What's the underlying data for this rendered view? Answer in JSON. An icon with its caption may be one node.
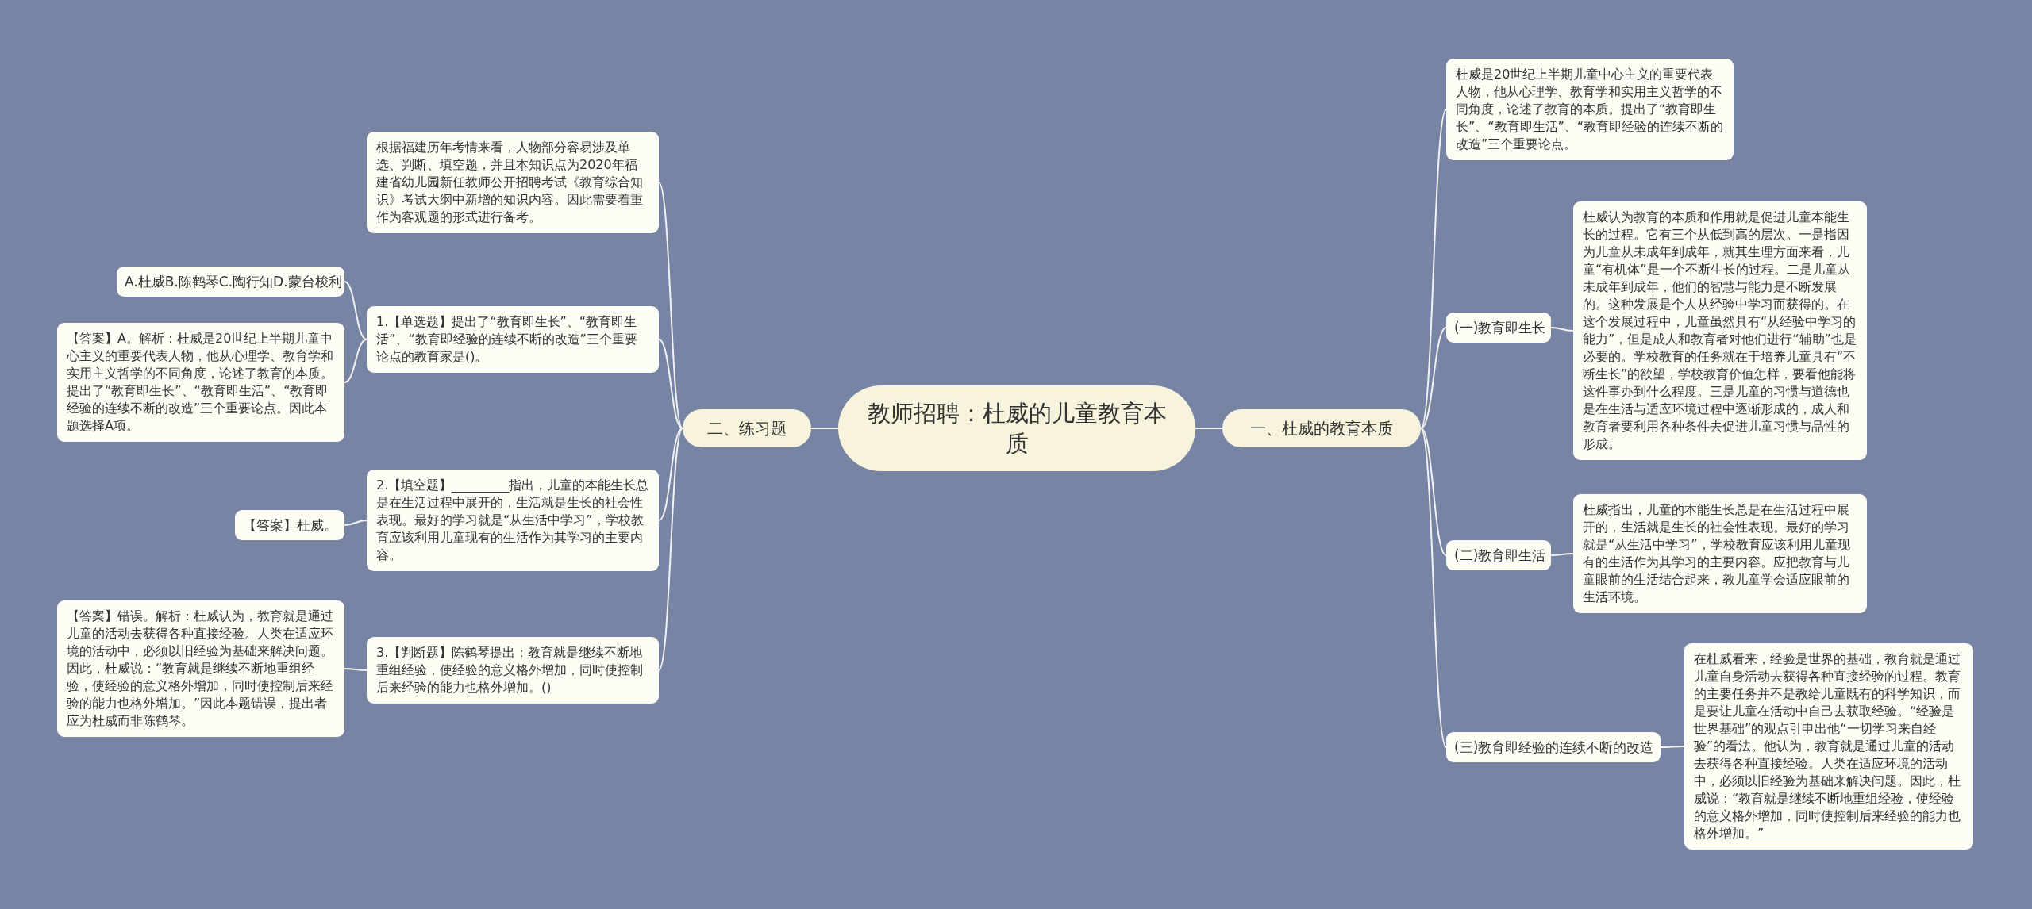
{
  "diagram": {
    "nodes": [
      {
        "text": [
          "教师招聘：杜威的儿童教育本质"
        ]
      },
      {
        "text": [
          "一、杜威的教育本质"
        ]
      },
      {
        "text": [
          "杜威是20世纪上半期儿童中心主义的重要代表人物，他从心理学、教育学和实用主义哲学的不同角度，论述了教育的本质。提出了“教育即生长”、“教育即生活”、“教育即经验的连续不断的改造”三个重要论点。"
        ]
      },
      {
        "text": [
          "(一)教育即生长"
        ]
      },
      {
        "text": [
          "杜威认为教育的本质和作用就是促进儿童本能生长的过程。它有三个从低到高的层次。一是指因为儿童从未成年到成年，就其生理方面来看，儿童“有机体”是一个不断生长的过程。二是儿童从未成年到成年，他们的智慧与能力是不断发展的。这种发展是个人从经验中学习而获得的。在这个发展过程中，儿童虽然具有“从经验中学习的能力”，但是成人和教育者对他们进行“辅助”也是必要的。学校教育的任务就在于培养儿童具有“不断生长”的欲望，学校教育价值怎样，要看他能将这件事办到什么程度。三是儿童的习惯与道德也是在生活与适应环境过程中逐渐形成的，成人和教育者要利用各种条件去促进儿童习惯与品性的形成。"
        ]
      },
      {
        "text": [
          "(二)教育即生活"
        ]
      },
      {
        "text": [
          "杜威指出，儿童的本能生长总是在生活过程中展开的，生活就是生长的社会性表现。最好的学习就是“从生活中学习”，学校教育应该利用儿童现有的生活作为其学习的主要内容。应把教育与儿童眼前的生活结合起来，教儿童学会适应眼前的生活环境。"
        ]
      },
      {
        "text": [
          "(三)教育即经验的连续不断的改造"
        ]
      },
      {
        "text": [
          "在杜威看来，经验是世界的基础，教育就是通过儿童自身活动去获得各种直接经验的过程。教育的主要任务并不是教给儿童既有的科学知识，而是要让儿童在活动中自己去获取经验。“经验是世界基础”的观点引申出他“一切学习来自经验”的看法。他认为，教育就是通过儿童的活动去获得各种直接经验。人类在适应环境的活动中，必须以旧经验为基础来解决问题。因此，杜威说：“教育就是继续不断地重组经验，使经验的意义格外增加，同时使控制后来经验的能力也格外增加。”"
        ]
      },
      {
        "text": [
          "二、练习题"
        ]
      },
      {
        "text": [
          "根据福建历年考情来看，人物部分容易涉及单选、判断、填空题，并且本知识点为2020年福建省幼儿园新任教师公开招聘考试《教育综合知识》考试大纲中新增的知识内容。因此需要着重作为客观题的形式进行备考。"
        ]
      },
      {
        "text": [
          "1.【单选题】提出了“教育即生长”、“教育即生活”、“教育即经验的连续不断的改造”三个重要论点的教育家是()。"
        ]
      },
      {
        "text": [
          "A.杜威B.陈鹤琴C.陶行知D.蒙台梭利"
        ]
      },
      {
        "text": [
          "【答案】A。解析：杜威是20世纪上半期儿童中心主义的重要代表人物，他从心理学、教育学和实用主义哲学的不同角度，论述了教育的本质。提出了“教育即生长”、“教育即生活”、“教育即经验的连续不断的改造”三个重要论点。因此本题选择A项。"
        ]
      },
      {
        "text": [
          "2.【填空题】_________指出，儿童的本能生长总是在生活过程中展开的，生活就是生长的社会性表现。最好的学习就是“从生活中学习”，学校教育应该利用儿童现有的生活作为其学习的主要内容。"
        ]
      },
      {
        "text": [
          "【答案】杜威。"
        ]
      },
      {
        "text": [
          "3.【判断题】陈鹤琴提出：教育就是继续不断地重组经验，使经验的意义格外增加，同时使控制后来经验的能力也格外增加。()"
        ]
      },
      {
        "text": [
          "【答案】错误。解析：杜威认为，教育就是通过儿童的活动去获得各种直接经验。人类在适应环境的活动中，必须以旧经验为基础来解决问题。因此，杜威说：“教育就是继续不断地重组经验，使经验的意义格外增加，同时使控制后来经验的能力也格外增加。”因此本题错误，提出者应为杜威而非陈鹤琴。"
        ]
      }
    ],
    "edges": [
      {
        "from": 0,
        "to": 1,
        "arrow": "none"
      },
      {
        "from": 1,
        "to": 2,
        "arrow": "none"
      },
      {
        "from": 1,
        "to": 3,
        "arrow": "none"
      },
      {
        "from": 3,
        "to": 4,
        "arrow": "none"
      },
      {
        "from": 1,
        "to": 5,
        "arrow": "none"
      },
      {
        "from": 5,
        "to": 6,
        "arrow": "none"
      },
      {
        "from": 1,
        "to": 7,
        "arrow": "none"
      },
      {
        "from": 7,
        "to": 8,
        "arrow": "none"
      },
      {
        "from": 0,
        "to": 9,
        "arrow": "none"
      },
      {
        "from": 9,
        "to": 10,
        "arrow": "none"
      },
      {
        "from": 9,
        "to": 11,
        "arrow": "none"
      },
      {
        "from": 11,
        "to": 12,
        "arrow": "none"
      },
      {
        "from": 11,
        "to": 13,
        "arrow": "none"
      },
      {
        "from": 9,
        "to": 14,
        "arrow": "none"
      },
      {
        "from": 14,
        "to": 15,
        "arrow": "none"
      },
      {
        "from": 9,
        "to": 16,
        "arrow": "none"
      },
      {
        "from": 16,
        "to": 17,
        "arrow": "none"
      }
    ]
  }
}
